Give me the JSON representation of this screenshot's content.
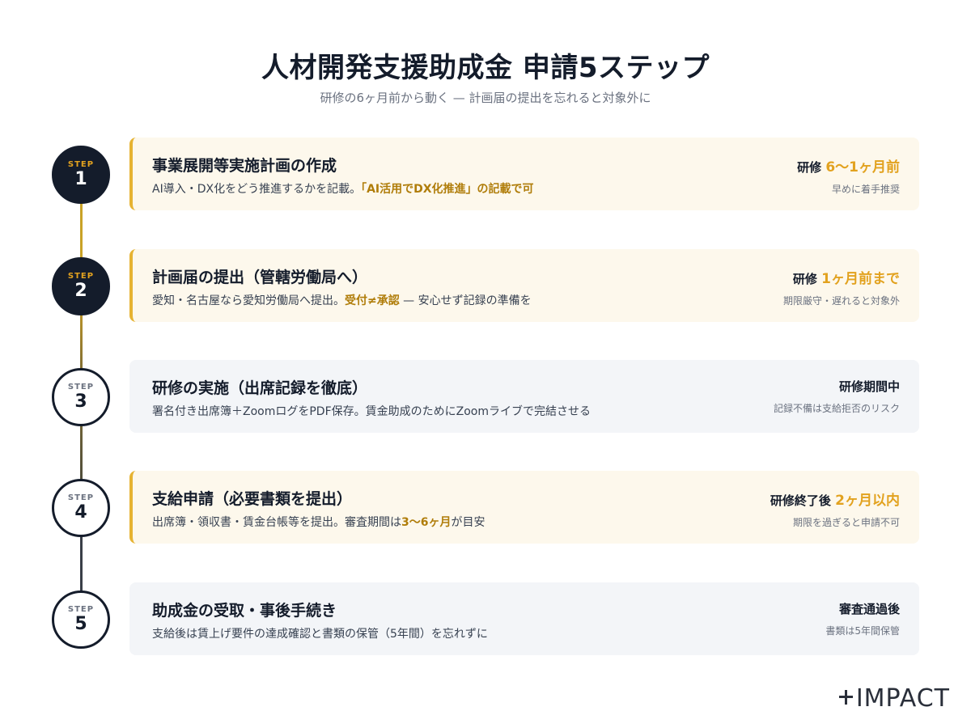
{
  "header": {
    "title": "人材開発支援助成金 申請5ステップ",
    "subtitle": "研修の6ヶ月前から動く — 計画届の提出を忘れると対象外に"
  },
  "colors": {
    "navy": "#141c2b",
    "accent": "#e2a21f",
    "highlight_bg": "#fdf8ec",
    "plain_bg": "#f3f5f8"
  },
  "steps": [
    {
      "step_label": "STEP",
      "number": "1",
      "title": "事業展開等実施計画の作成",
      "desc_plain": "AI導入・DX化をどう推進するかを記載。",
      "desc_accent": "「AI活用でDX化推進」の記載で可",
      "desc_suffix": "",
      "timing_prefix": "研修 ",
      "timing_accent": "6〜1ヶ月前",
      "timing_suffix": "",
      "note": "早めに着手推奨"
    },
    {
      "step_label": "STEP",
      "number": "2",
      "title": "計画届の提出（管轄労働局へ）",
      "desc_plain": "愛知・名古屋なら愛知労働局へ提出。",
      "desc_accent": "受付≠承認",
      "desc_suffix": " — 安心せず記録の準備を",
      "timing_prefix": "研修 ",
      "timing_accent": "1ヶ月前まで",
      "timing_suffix": "",
      "note": "期限厳守・遅れると対象外"
    },
    {
      "step_label": "STEP",
      "number": "3",
      "title": "研修の実施（出席記録を徹底）",
      "desc_plain": "署名付き出席簿＋ZoomログをPDF保存。賃金助成のためにZoomライブで完結させる",
      "desc_accent": "",
      "desc_suffix": "",
      "timing_prefix": "研修期間中",
      "timing_accent": "",
      "timing_suffix": "",
      "note": "記録不備は支給拒否のリスク"
    },
    {
      "step_label": "STEP",
      "number": "4",
      "title": "支給申請（必要書類を提出）",
      "desc_plain": "出席簿・領収書・賃金台帳等を提出。審査期間は",
      "desc_accent": "3〜6ヶ月",
      "desc_suffix": "が目安",
      "timing_prefix": "研修終了後 ",
      "timing_accent": "2ヶ月以内",
      "timing_suffix": "",
      "note": "期限を過ぎると申請不可"
    },
    {
      "step_label": "STEP",
      "number": "5",
      "title": "助成金の受取・事後手続き",
      "desc_plain": "支給後は賃上げ要件の達成確認と書類の保管（5年間）を忘れずに",
      "desc_accent": "",
      "desc_suffix": "",
      "timing_prefix": "審査通過後",
      "timing_accent": "",
      "timing_suffix": "",
      "note": "書類は5年間保管"
    }
  ],
  "logo": {
    "text": "IMPACT",
    "icon": "plus-mark-icon"
  }
}
